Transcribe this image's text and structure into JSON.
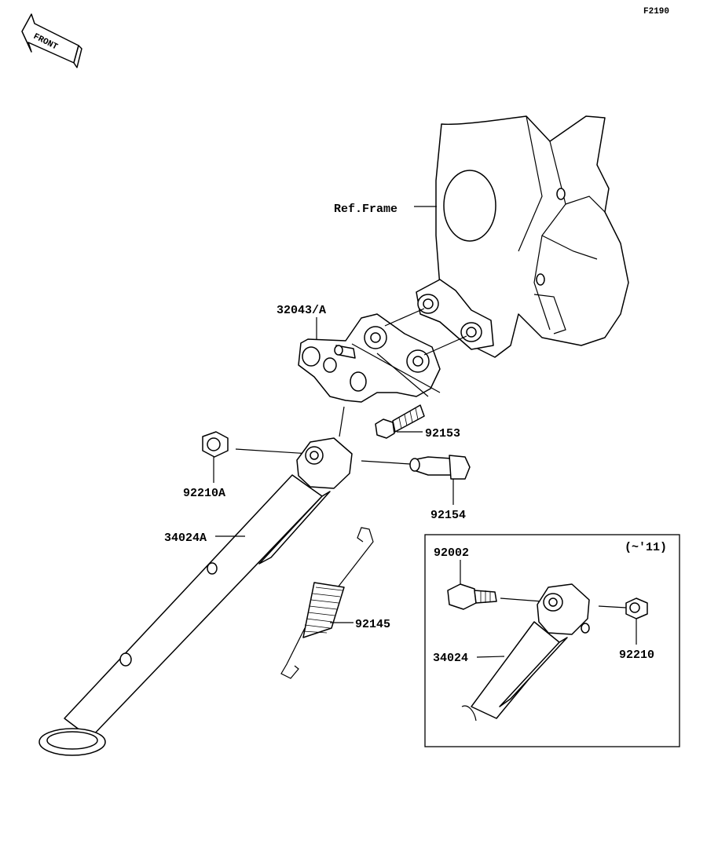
{
  "diagram_code": "F2190",
  "front_indicator": "FRONT",
  "labels": {
    "ref_frame": "Ref.Frame",
    "bracket": "32043/A",
    "bolt_top": "92153",
    "pin": "92154",
    "nut_left": "92210A",
    "stand": "34024A",
    "spring": "92145"
  },
  "inset": {
    "period": "(~'11)",
    "bolt": "92002",
    "stand": "34024",
    "nut": "92210"
  }
}
